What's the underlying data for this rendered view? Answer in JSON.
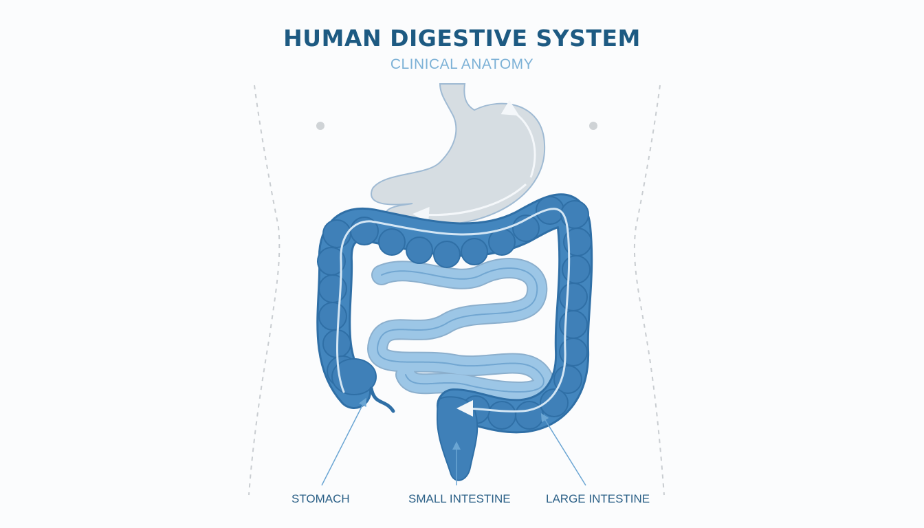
{
  "header": {
    "title": "HUMAN DIGESTIVE SYSTEM",
    "subtitle": "CLINICAL ANATOMY"
  },
  "labels": {
    "stomach": "STOMACH",
    "small_intestine": "SMALL INTESTINE",
    "large_intestine": "LARGE INTESTINE"
  },
  "colors": {
    "title": "#1d5a82",
    "subtitle": "#7cb1d6",
    "stomach_fill": "#d6dde2",
    "small_intestine_fill": "#9cc6e6",
    "large_intestine_fill": "#3f80b8",
    "outline": "#2f6fa6",
    "flow_arrow": "#f4f7fa"
  }
}
